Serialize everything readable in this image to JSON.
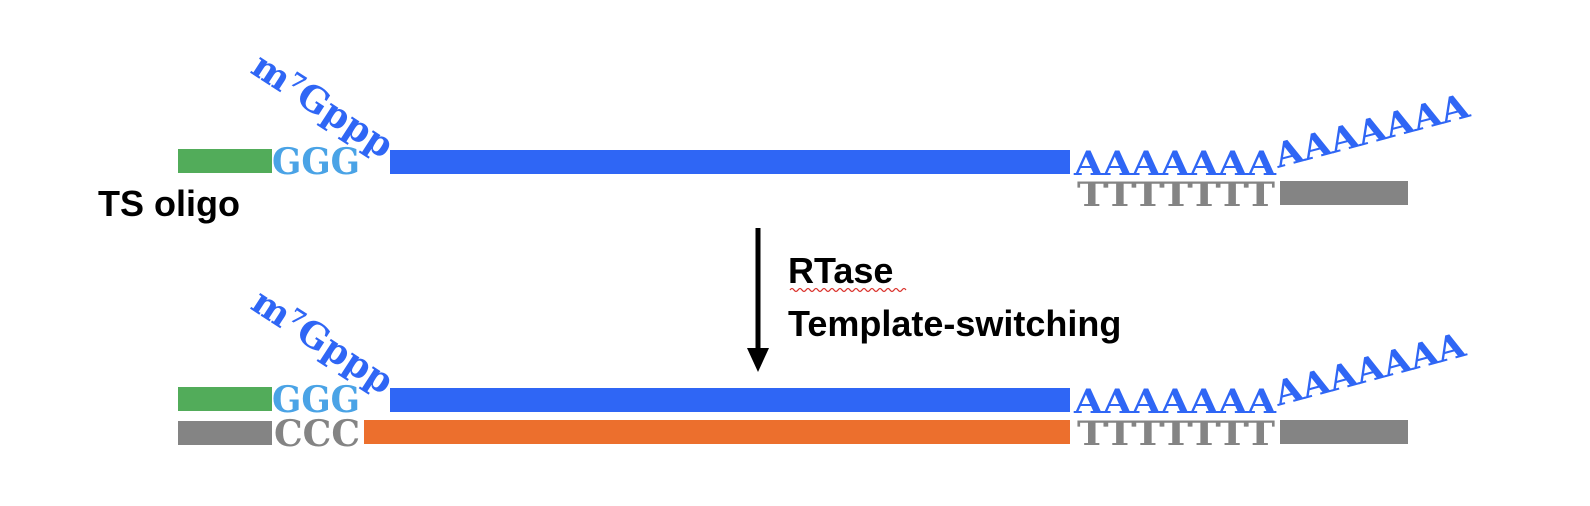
{
  "colors": {
    "ts_oligo": "#52ac5a",
    "ggg": "#4aa3e6",
    "mrna": "#2f66f5",
    "cap": "#2f66f5",
    "polyA": "#2f66f5",
    "primer": "#848484",
    "cdna": "#ec6f2d",
    "arrow": "#000000",
    "text": "#000000",
    "squiggle": "#d9312b"
  },
  "top": {
    "cap_text": "m⁷Gppp",
    "ggg_text": "GGG",
    "polyA_text_1": "AAAAAAA",
    "polyA_text_2": "AAAAAAA",
    "polyT_text": "TTTTTTT",
    "ts_label": "TS oligo"
  },
  "step": {
    "line1": "RTase",
    "line2": "Template-switching"
  },
  "bottom": {
    "cap_text": "m⁷Gppp",
    "ggg_text": "GGG",
    "ccc_text": "CCC",
    "polyA_text_1": "AAAAAAA",
    "polyA_text_2": "AAAAAAA",
    "polyT_text": "TTTTTTT"
  }
}
